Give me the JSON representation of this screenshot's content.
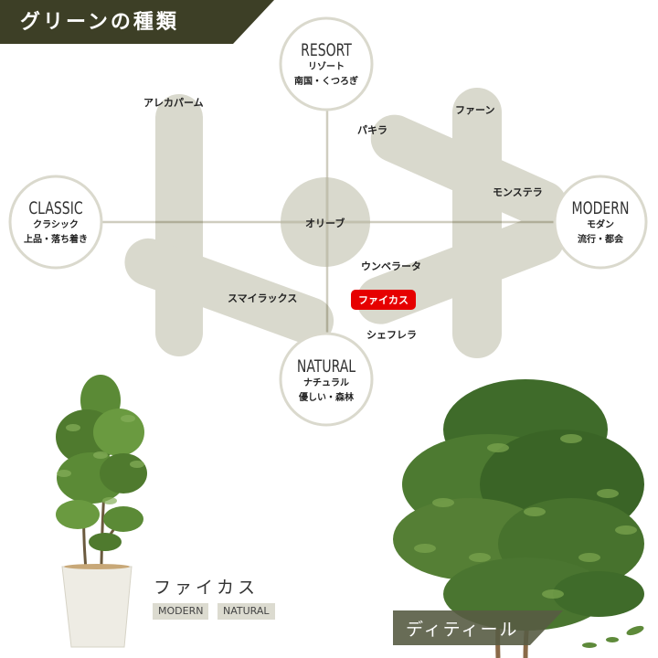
{
  "header": {
    "title": "グリーンの種類",
    "bg_color": "#3d3f26"
  },
  "diagram": {
    "categories": [
      {
        "id": "resort",
        "en": "RESORT",
        "jp": "リゾート",
        "desc": "南国・くつろぎ",
        "position": "top"
      },
      {
        "id": "classic",
        "en": "CLASSIC",
        "jp": "クラシック",
        "desc": "上品・落ち着き",
        "position": "left"
      },
      {
        "id": "modern",
        "en": "MODERN",
        "jp": "モダン",
        "desc": "流行・都会",
        "position": "right"
      },
      {
        "id": "natural",
        "en": "NATURAL",
        "jp": "ナチュラル",
        "desc": "優しい・森林",
        "position": "bottom"
      }
    ],
    "center": {
      "label": "オリーブ"
    },
    "plants": [
      {
        "id": "areca",
        "label": "アレカパーム"
      },
      {
        "id": "pachira",
        "label": "パキラ"
      },
      {
        "id": "fern",
        "label": "ファーン"
      },
      {
        "id": "monstera",
        "label": "モンステラ"
      },
      {
        "id": "smilax",
        "label": "スマイラックス"
      },
      {
        "id": "umbellata",
        "label": "ウンベラータ"
      },
      {
        "id": "ficus",
        "label": "ファイカス",
        "highlighted": true
      },
      {
        "id": "schefflera",
        "label": "シェフレラ"
      }
    ],
    "colors": {
      "pill": "#d9d8cc",
      "line": "#cfcdbf",
      "circle_border": "#dad9cd",
      "highlight": "#e60000"
    }
  },
  "product": {
    "name": "ファイカス",
    "tags": [
      "MODERN",
      "NATURAL"
    ],
    "image_alt": "ファイカス 鉢植え",
    "detail_label": "ディティール",
    "detail_alt": "ファイカス 葉のクローズアップ"
  }
}
